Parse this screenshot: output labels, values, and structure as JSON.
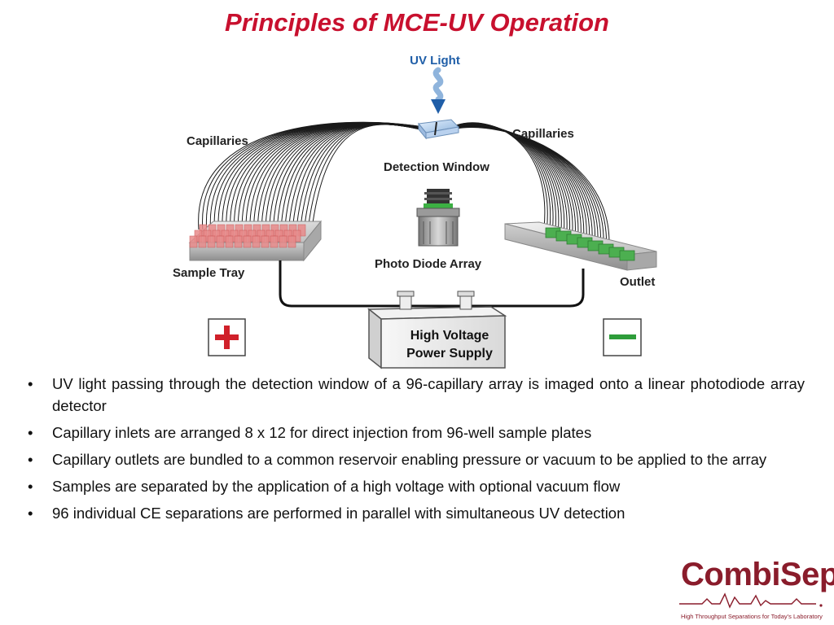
{
  "title": "Principles of MCE-UV Operation",
  "diagram": {
    "uv_light": "UV Light",
    "capillaries_left": "Capillaries",
    "capillaries_right": "Capillaries",
    "detection_window": "Detection Window",
    "photo_diode_array": "Photo Diode Array",
    "sample_tray": "Sample Tray",
    "outlet": "Outlet",
    "power_supply_line1": "High Voltage",
    "power_supply_line2": "Power Supply",
    "plus_sign": "+",
    "minus_sign": "–",
    "colors": {
      "title": "#c8102e",
      "uv_label": "#1f5ea8",
      "sample_wells": "#e88a8a",
      "outlet_wells": "#4caf50",
      "plus": "#d0202a",
      "minus": "#2e9d3a"
    }
  },
  "bullets": [
    "UV light passing through the detection window of a 96-capillary array is imaged onto a linear photodiode array detector",
    "Capillary inlets are arranged 8 x 12 for direct injection from 96-well sample plates",
    "Capillary outlets are bundled to a common reservoir enabling pressure or vacuum to be applied to the array",
    "Samples are separated by the application of a high voltage with optional vacuum flow",
    "96 individual CE separations are performed in parallel with simultaneous UV detection"
  ],
  "logo": {
    "name": "CombiSep",
    "tagline": "High Throughput Separations for Today’s Laboratory",
    "icon": "combisep-logo-icon"
  }
}
